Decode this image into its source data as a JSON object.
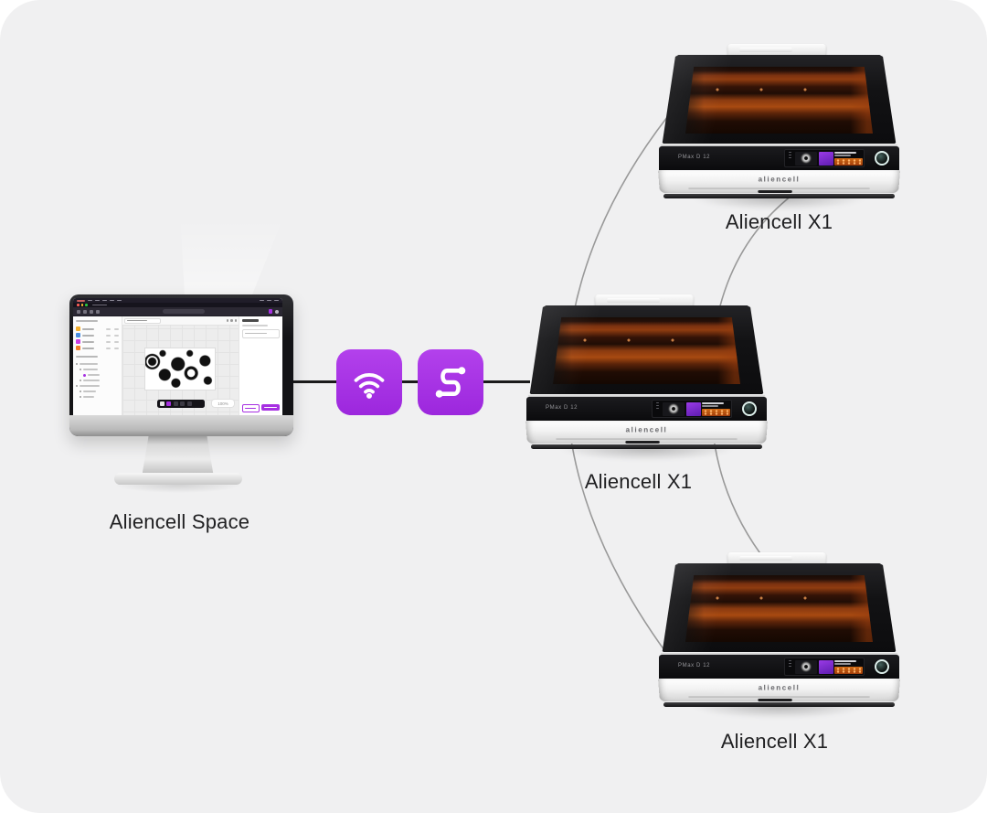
{
  "scene": {
    "background_color": "#f0f0f1",
    "accent_purple": "#a730e2",
    "curve_line_color": "#999999",
    "wired_line_color": "#1b1b1b",
    "window_glow_color": "#a84a11"
  },
  "monitor": {
    "label": "Aliencell Space",
    "screen": {
      "zoom_value": "100%"
    }
  },
  "connectors": {
    "wifi_icon": "wifi",
    "route_icon": "route"
  },
  "printers": [
    {
      "position": "top",
      "label": "Aliencell X1",
      "brand": "aliencell",
      "model": "PMax D 12"
    },
    {
      "position": "middle",
      "label": "Aliencell X1",
      "brand": "aliencell",
      "model": "PMax D 12"
    },
    {
      "position": "bottom",
      "label": "Aliencell X1",
      "brand": "aliencell",
      "model": "PMax D 12"
    }
  ]
}
